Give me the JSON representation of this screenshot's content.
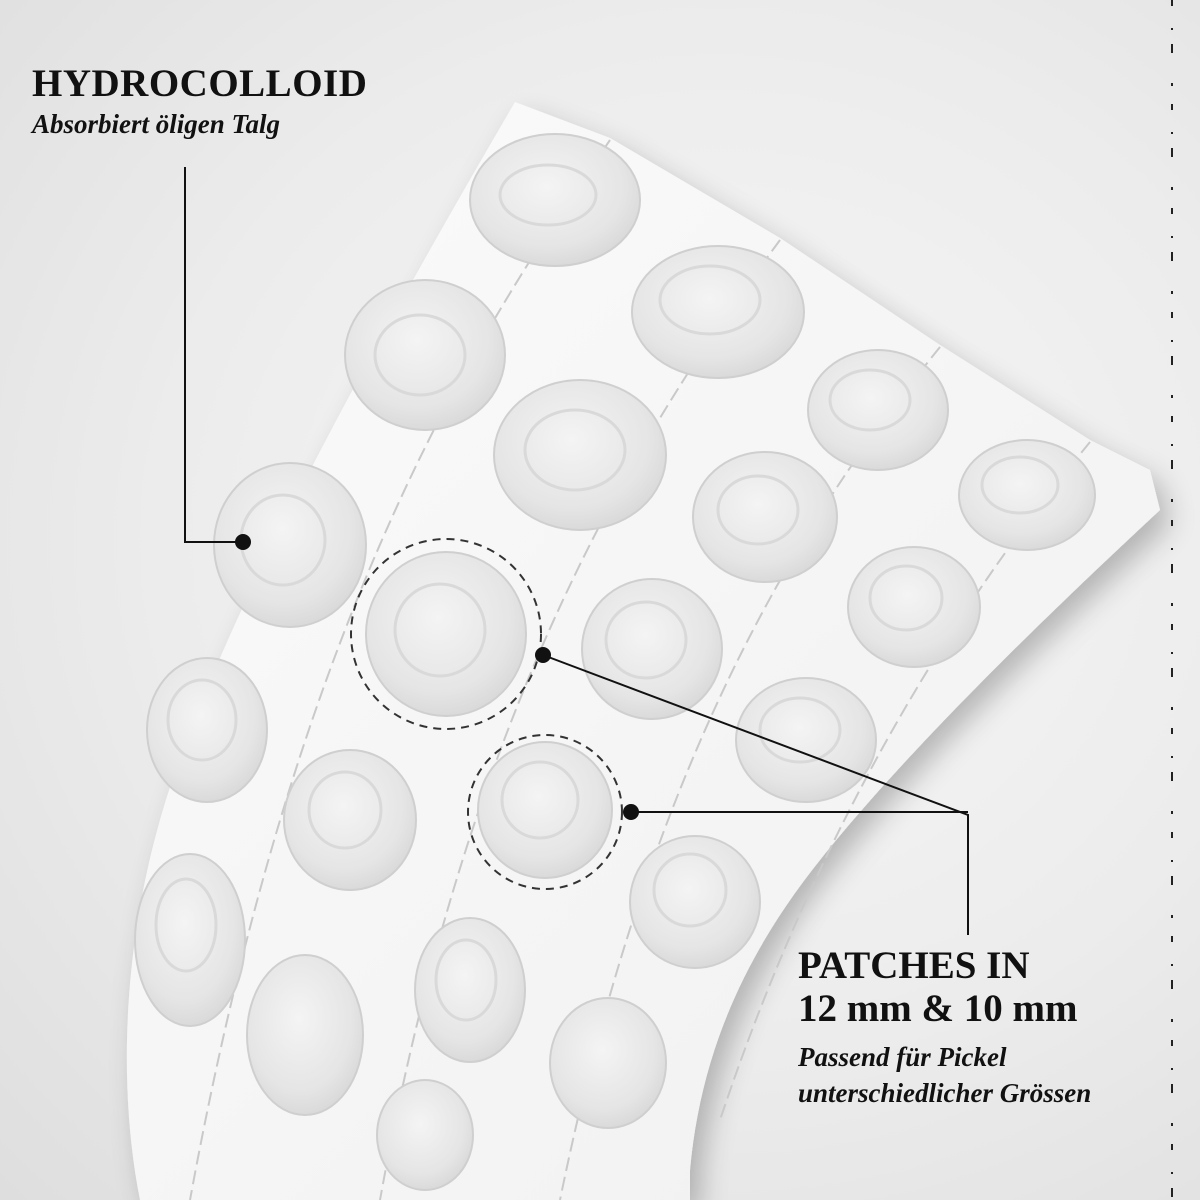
{
  "hydrocolloid": {
    "title": "HYDROCOLLOID",
    "subtitle": "Absorbiert öligen Talg"
  },
  "patches": {
    "title_line1": "PATCHES IN",
    "title_line2": "12 mm & 10 mm",
    "subtitle_line1": "Passend für Pickel",
    "subtitle_line2": "unterschiedlicher Grössen"
  },
  "colors": {
    "background": "#ededed",
    "sheet": "#f9f9f9",
    "patch": "#e6e6e6",
    "text": "#111111",
    "callout": "#111111"
  },
  "icons": {
    "callout_marker": "dot-marker",
    "highlight": "dashed-circle"
  }
}
